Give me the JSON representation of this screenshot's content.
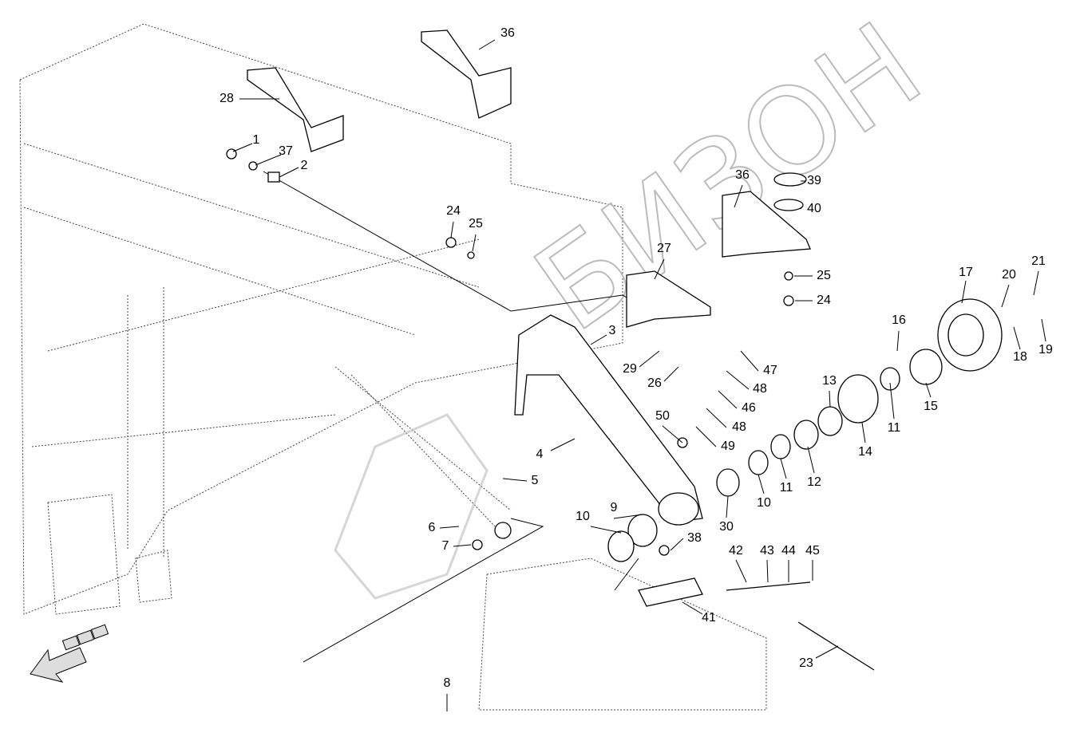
{
  "diagram": {
    "watermark": "БИЗОН",
    "callouts": [
      "36",
      "28",
      "1",
      "37",
      "2",
      "24",
      "25",
      "39",
      "40",
      "36",
      "27",
      "25",
      "24",
      "17",
      "21",
      "20",
      "16",
      "3",
      "29",
      "26",
      "47",
      "48",
      "46",
      "48",
      "49",
      "50",
      "13",
      "14",
      "11",
      "15",
      "18",
      "19",
      "12",
      "11",
      "10",
      "30",
      "4",
      "5",
      "9",
      "10",
      "6",
      "7",
      "38",
      "42",
      "43",
      "44",
      "45",
      "41",
      "23",
      "8"
    ]
  }
}
